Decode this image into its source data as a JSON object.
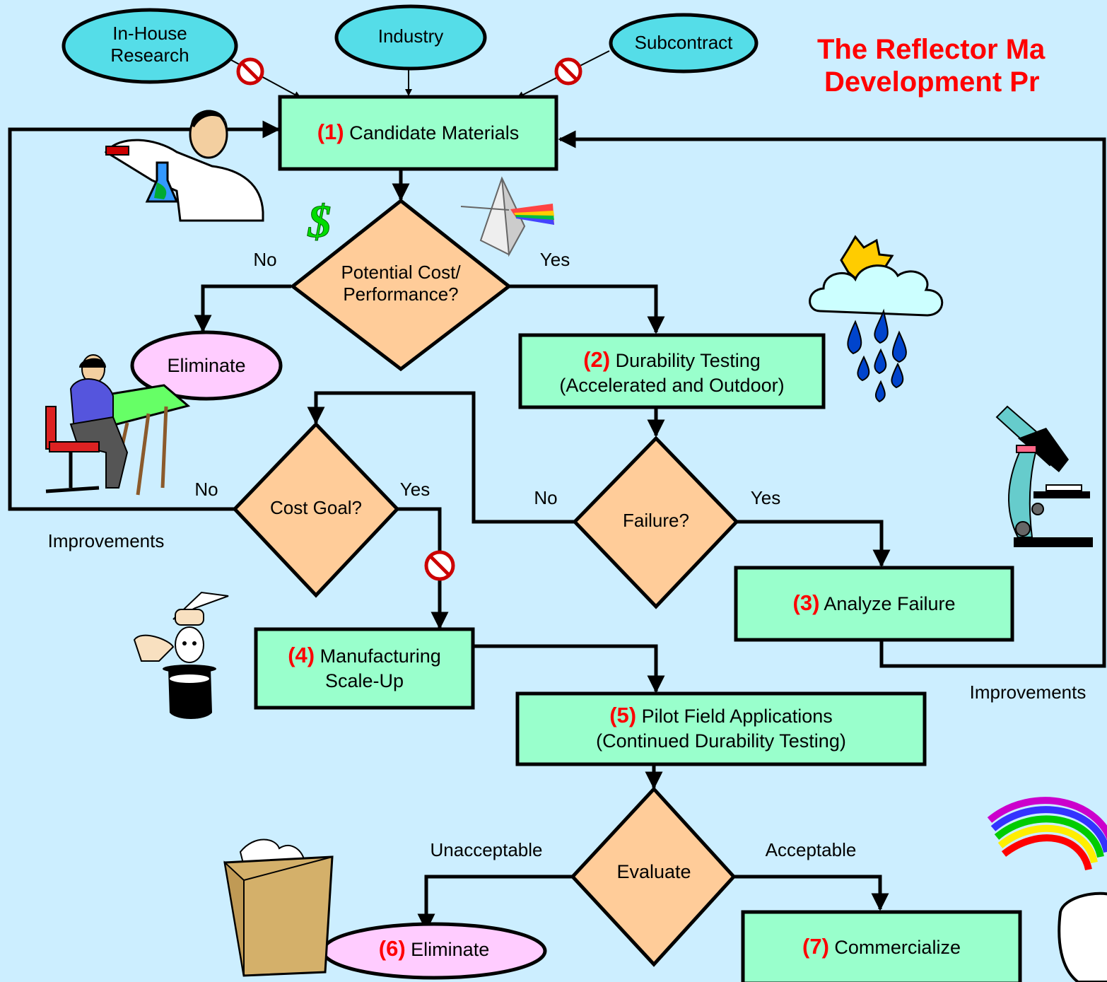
{
  "title": {
    "line1": "The Reflector Ma",
    "line2": "Development Pr"
  },
  "sources": {
    "in_house_line1": "In-House",
    "in_house_line2": "Research",
    "industry": "Industry",
    "subcontract": "Subcontract"
  },
  "steps": {
    "s1": {
      "num": "(1)",
      "label": "Candidate Materials"
    },
    "s2": {
      "num": "(2)",
      "label": "Durability Testing",
      "sub": "(Accelerated and Outdoor)"
    },
    "s3": {
      "num": "(3)",
      "label": "Analyze Failure"
    },
    "s4": {
      "num": "(4)",
      "label": "Manufacturing",
      "sub": "Scale-Up"
    },
    "s5": {
      "num": "(5)",
      "label": "Pilot Field Applications",
      "sub": "(Continued Durability Testing)"
    },
    "s6": {
      "num": "(6)",
      "label": "Eliminate"
    },
    "s7": {
      "num": "(7)",
      "label": "Commercialize"
    }
  },
  "decisions": {
    "cost_perf_line1": "Potential Cost/",
    "cost_perf_line2": "Performance?",
    "failure": "Failure?",
    "cost_goal": "Cost Goal?",
    "evaluate": "Evaluate"
  },
  "nodes": {
    "eliminate": "Eliminate"
  },
  "edge_labels": {
    "no_1": "No",
    "yes_1": "Yes",
    "no_2": "No",
    "yes_2": "Yes",
    "no_3": "No",
    "yes_3": "Yes",
    "improvements_left": "Improvements",
    "improvements_right": "Improvements",
    "unacceptable": "Unacceptable",
    "acceptable": "Acceptable",
    "dollar": "$"
  },
  "colors": {
    "background": "#cceeff",
    "process_box": "#99ffcc",
    "decision": "#ffcc99",
    "source_ellipse": "#55dde8",
    "terminal_ellipse": "#ffccff",
    "step_number": "#ff0000",
    "title": "#ff0000",
    "dollar": "#00dd00"
  },
  "icons": [
    "no-symbol-icon",
    "scientist-clipart",
    "prism-icon",
    "weather-cloud-icon",
    "designer-clipart",
    "microscope-icon",
    "magician-hat-icon",
    "wastebasket-icon",
    "rainbow-pot-icon"
  ]
}
